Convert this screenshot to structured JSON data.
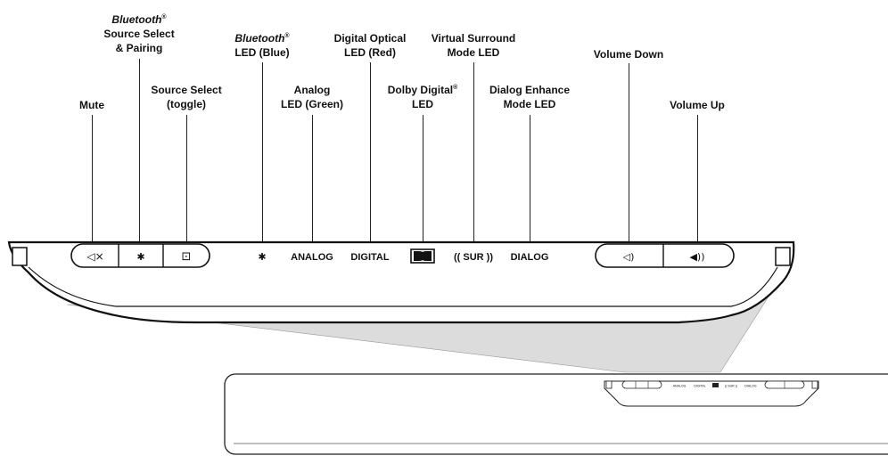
{
  "callouts": {
    "mute": {
      "line1": "Mute"
    },
    "bt_source": {
      "brand": "Bluetooth",
      "reg": "®",
      "line2": "Source Select",
      "line3": "& Pairing"
    },
    "source_select": {
      "line1": "Source Select",
      "line2": "(toggle)"
    },
    "bt_led": {
      "brand": "Bluetooth",
      "reg": "®",
      "line2": "LED (Blue)"
    },
    "analog_led": {
      "line1": "Analog",
      "line2": "LED (Green)"
    },
    "digital_led": {
      "line1": "Digital Optical",
      "line2": "LED (Red)"
    },
    "dolby_led": {
      "line1": "Dolby Digital",
      "reg": "®",
      "line2": "LED"
    },
    "surround_led": {
      "line1": "Virtual Surround",
      "line2": "Mode LED"
    },
    "dialog_led": {
      "line1": "Dialog Enhance",
      "line2": "Mode LED"
    },
    "vol_down": {
      "line1": "Volume Down"
    },
    "vol_up": {
      "line1": "Volume Up"
    }
  },
  "panel": {
    "mute_icon": "◁×",
    "bt_icon": "✱",
    "source_icon": "⊡",
    "bt_led_icon": "✱",
    "analog": "ANALOG",
    "digital": "DIGITAL",
    "sur": "(( SUR ))",
    "dialog": "DIALOG",
    "vol_down_icon": "◁)",
    "vol_up_icon": "◀))"
  },
  "mini_panel": {
    "analog": "ANALOG",
    "digital": "DIGITAL",
    "sur": "(( SUR ))",
    "dialog": "DIALOG"
  }
}
